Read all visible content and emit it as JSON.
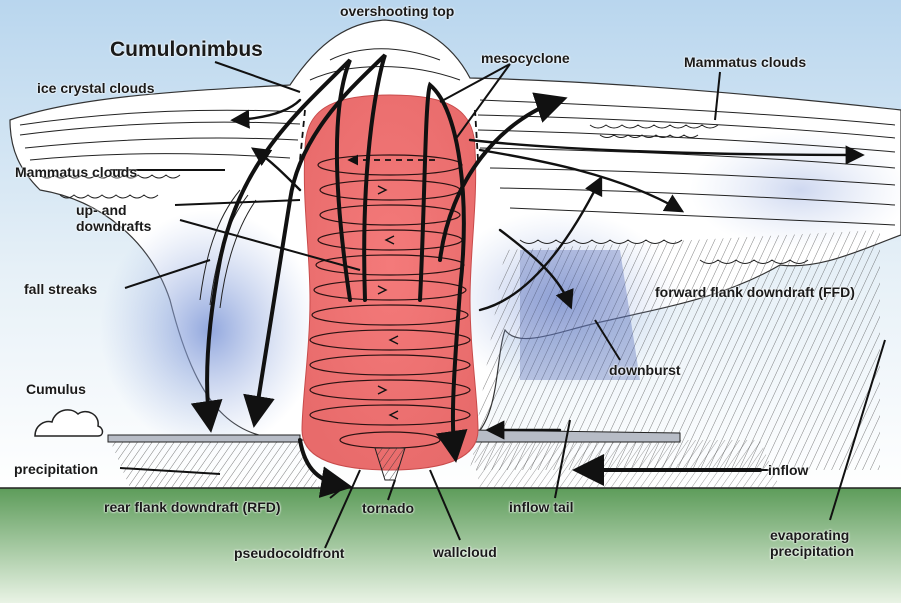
{
  "diagram": {
    "labels": {
      "overshooting_top": "overshooting top",
      "cumulonimbus": "Cumulonimbus",
      "ice_crystal_clouds": "ice crystal clouds",
      "mesocyclone": "mesocyclone",
      "mammatus_right": "Mammatus clouds",
      "mammatus_left": "Mammatus clouds",
      "up_and_downdrafts": "up- and\ndowndrafts",
      "fall_streaks": "fall streaks",
      "forward_flank_downdraft": "forward flank downdraft (FFD)",
      "downburst": "downburst",
      "cumulus": "Cumulus",
      "precipitation": "precipitation",
      "inflow": "inflow",
      "rear_flank_downdraft": "rear flank downdraft (RFD)",
      "tornado": "tornado",
      "inflow_tail": "inflow tail",
      "pseudocoldfront": "pseudocoldfront",
      "wallcloud": "wallcloud",
      "evaporating_precipitation": "evaporating\nprecipitation"
    },
    "colors": {
      "sky": "#c6dff0",
      "ground": "#6fa86a",
      "updraft": "#f07a7a",
      "downdraft_shade": "#8fa6dc"
    }
  }
}
